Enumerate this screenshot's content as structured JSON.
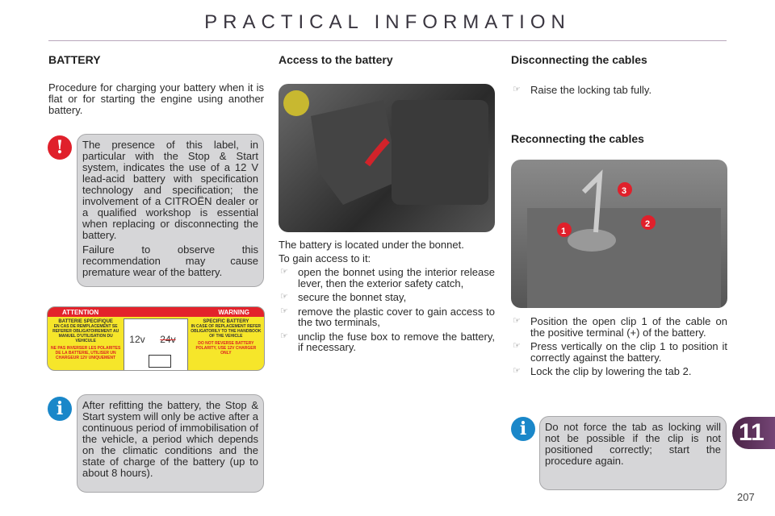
{
  "header": {
    "title": "PRACTICAL INFORMATION"
  },
  "col1": {
    "heading": "BATTERY",
    "intro": "Procedure for charging your battery when it is flat or for starting the engine using another battery.",
    "warning_note": [
      "The presence of this label, in particular with the Stop & Start system, indicates the use of a 12 V lead-acid battery with specification technology and specification; the involvement of a CITROËN dealer or a qualified workshop is essential when replacing or disconnecting the battery.",
      "Failure to observe this recommendation may cause premature wear of the battery."
    ],
    "label": {
      "attention": "ATTENTION",
      "warning": "WARNING",
      "fr_title": "BATTERIE SPECIFIQUE",
      "fr_text": "EN CAS DE REMPLACEMENT SE REFERER OBLIGATOIREMENT AU MANUEL D'UTILISATION DU VEHICULE",
      "fr_warn": "NE PAS INVERSER LES POLARITES DE LA BATTERIE, UTILISER UN CHARGEUR 12V UNIQUEMENT",
      "en_title": "SPECIFIC BATTERY",
      "en_text": "IN CASE OF REPLACEMENT REFER OBLIGATORILY TO THE HANDBOOK OF THE VEHICLE",
      "en_warn": "DO NOT REVERSE BATTERY POLARITY, USE 12V CHARGER ONLY",
      "v12": "12v",
      "v24": "24v"
    },
    "info_note": "After refitting the battery, the Stop & Start system will only be active after a continuous period of immobilisation of the vehicle, a period which depends on the climatic conditions and the state of charge of the battery (up to about 8 hours)."
  },
  "col2": {
    "heading": "Access to the battery",
    "text1": "The battery is located under the bonnet.",
    "text2": "To gain access to it:",
    "steps": [
      "open the bonnet using the interior release lever, then the exterior safety catch,",
      "secure the bonnet stay,",
      "remove the plastic cover to gain access to the two terminals,",
      "unclip the fuse box to remove the battery, if necessary."
    ]
  },
  "col3": {
    "heading1": "Disconnecting the cables",
    "disconnect_steps": [
      "Raise the locking tab fully."
    ],
    "heading2": "Reconnecting the cables",
    "callouts": [
      "1",
      "2",
      "3"
    ],
    "reconnect_steps": [
      "Position the open clip 1 of the cable on the positive terminal (+) of the battery.",
      "Press vertically on the clip 1 to position it correctly against the battery.",
      "Lock the clip by lowering the tab 2."
    ],
    "info_note": "Do not force the tab as locking will not be possible if the clip is not positioned correctly; start the procedure again."
  },
  "footer": {
    "chapter": "11",
    "page": "207"
  }
}
